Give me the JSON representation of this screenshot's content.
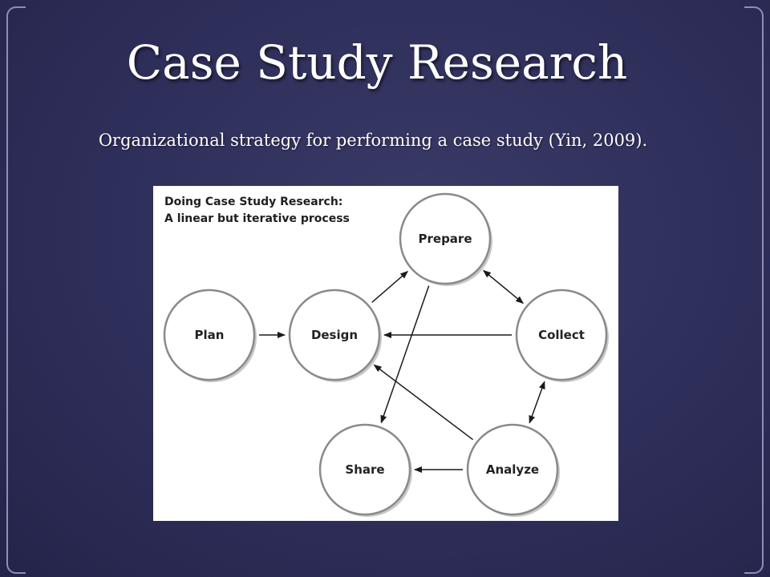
{
  "slide": {
    "title": "Case Study Research",
    "subtitle": "Organizational strategy for performing a case study (Yin, 2009)."
  },
  "figure": {
    "heading_line1": "Doing Case Study Research:",
    "heading_line2": "A linear but iterative process",
    "nodes": [
      {
        "id": "plan",
        "label": "Plan"
      },
      {
        "id": "design",
        "label": "Design"
      },
      {
        "id": "prepare",
        "label": "Prepare"
      },
      {
        "id": "collect",
        "label": "Collect"
      },
      {
        "id": "analyze",
        "label": "Analyze"
      },
      {
        "id": "share",
        "label": "Share"
      }
    ],
    "edges": [
      {
        "from": "plan",
        "to": "design",
        "bidirectional": false
      },
      {
        "from": "design",
        "to": "prepare",
        "bidirectional": false
      },
      {
        "from": "prepare",
        "to": "collect",
        "bidirectional": true
      },
      {
        "from": "collect",
        "to": "design",
        "bidirectional": false
      },
      {
        "from": "collect",
        "to": "analyze",
        "bidirectional": true
      },
      {
        "from": "analyze",
        "to": "design",
        "bidirectional": false
      },
      {
        "from": "analyze",
        "to": "share",
        "bidirectional": false
      },
      {
        "from": "prepare",
        "to": "share",
        "bidirectional": false
      }
    ],
    "colors": {
      "slide_bg": "#2e2e5a",
      "node_stroke": "#8a8a8a",
      "node_shadow": "#c8c8c8",
      "arrow": "#1a1a1a"
    }
  }
}
